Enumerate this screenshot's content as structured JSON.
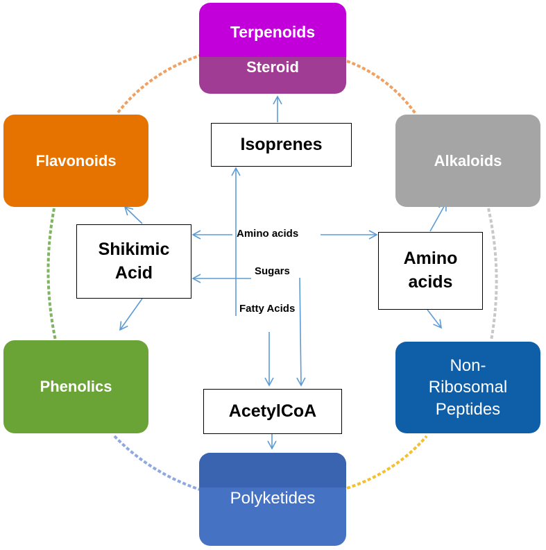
{
  "nodes": {
    "terpenoids": {
      "top_label": "Terpenoids",
      "bottom_label": "Steroid",
      "color_top": "#c200d9",
      "color_bottom": "#a03c93"
    },
    "flavonoids": {
      "label": "Flavonoids",
      "color": "#e67300"
    },
    "alkaloids": {
      "label": "Alkaloids",
      "color": "#a5a5a5"
    },
    "phenolics": {
      "label": "Phenolics",
      "color": "#6aa336"
    },
    "nrps": {
      "label": "Non-\nRibosomal\nPeptides",
      "color": "#0f5ea8"
    },
    "polyketides": {
      "label": "Polyketides",
      "color_top": "#3a64b0",
      "color_bottom": "#4672c4"
    }
  },
  "boxes": {
    "isoprenes": "Isoprenes",
    "shikimic": "Shikimic\nAcid",
    "amino_acids": "Amino\nacids",
    "acetylcoa": "AcetylCoA"
  },
  "labels": {
    "amino_acids": "Amino acids",
    "sugars": "Sugars",
    "fatty_acids": "Fatty Acids"
  },
  "colors": {
    "arrow": "#5b9bd5"
  }
}
